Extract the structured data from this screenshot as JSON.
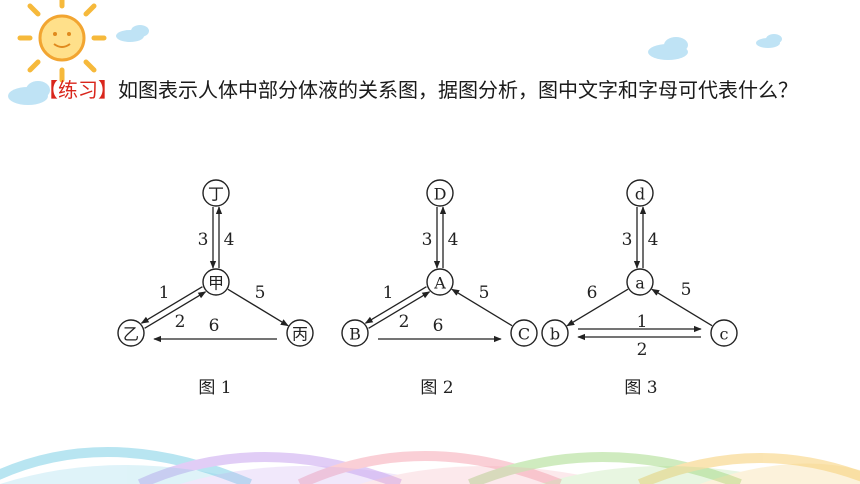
{
  "question": {
    "tag": "【练习】",
    "text": "如图表示人体中部分体液的关系图，据图分析，图中文字和字母可代表什么？"
  },
  "figures": [
    {
      "caption": "图 1",
      "nodes": {
        "top": "丁",
        "center": "甲",
        "left": "乙",
        "right": "丙"
      },
      "labels": [
        "3",
        "4",
        "1",
        "2",
        "5",
        "6"
      ]
    },
    {
      "caption": "图 2",
      "nodes": {
        "top": "D",
        "center": "A",
        "left": "B",
        "right": "C"
      },
      "labels": [
        "3",
        "4",
        "1",
        "2",
        "5",
        "6"
      ]
    },
    {
      "caption": "图 3",
      "nodes": {
        "top": "d",
        "center": "a",
        "left": "b",
        "right": "c"
      },
      "labels": [
        "3",
        "4",
        "6",
        "5",
        "1",
        "2"
      ]
    }
  ],
  "colors": {
    "accent": "#d9261c",
    "ink": "#222222"
  }
}
